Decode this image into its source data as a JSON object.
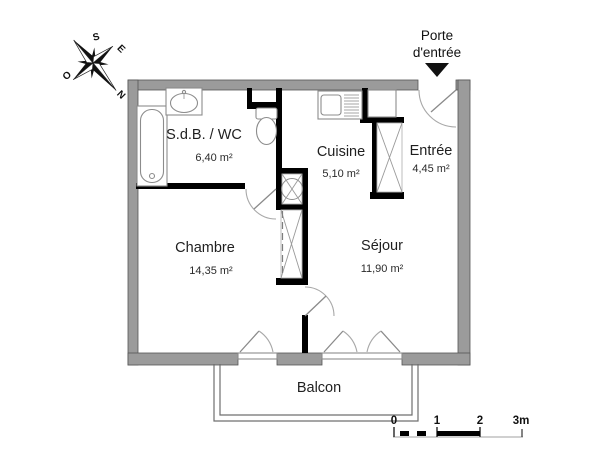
{
  "plan": {
    "entrance": {
      "label_line1": "Porte",
      "label_line2": "d'entrée"
    },
    "rooms": [
      {
        "name": "S.d.B. / WC",
        "area": "6,40 m²"
      },
      {
        "name": "Cuisine",
        "area": "5,10 m²"
      },
      {
        "name": "Entrée",
        "area": "4,45 m²"
      },
      {
        "name": "Chambre",
        "area": "14,35 m²"
      },
      {
        "name": "Séjour",
        "area": "11,90 m²"
      },
      {
        "name": "Balcon",
        "area": ""
      }
    ],
    "compass": {
      "north": "N",
      "south": "S",
      "east": "E",
      "west": "O"
    },
    "scale_bar": {
      "tick_0": "0",
      "tick_1": "1",
      "tick_2": "2",
      "tick_3": "3m"
    },
    "colors": {
      "exterior_wall": "#9b9b9b",
      "interior_wall": "#000000",
      "fixture_line": "#8c8c8c",
      "text": "#1f1f1f"
    }
  }
}
